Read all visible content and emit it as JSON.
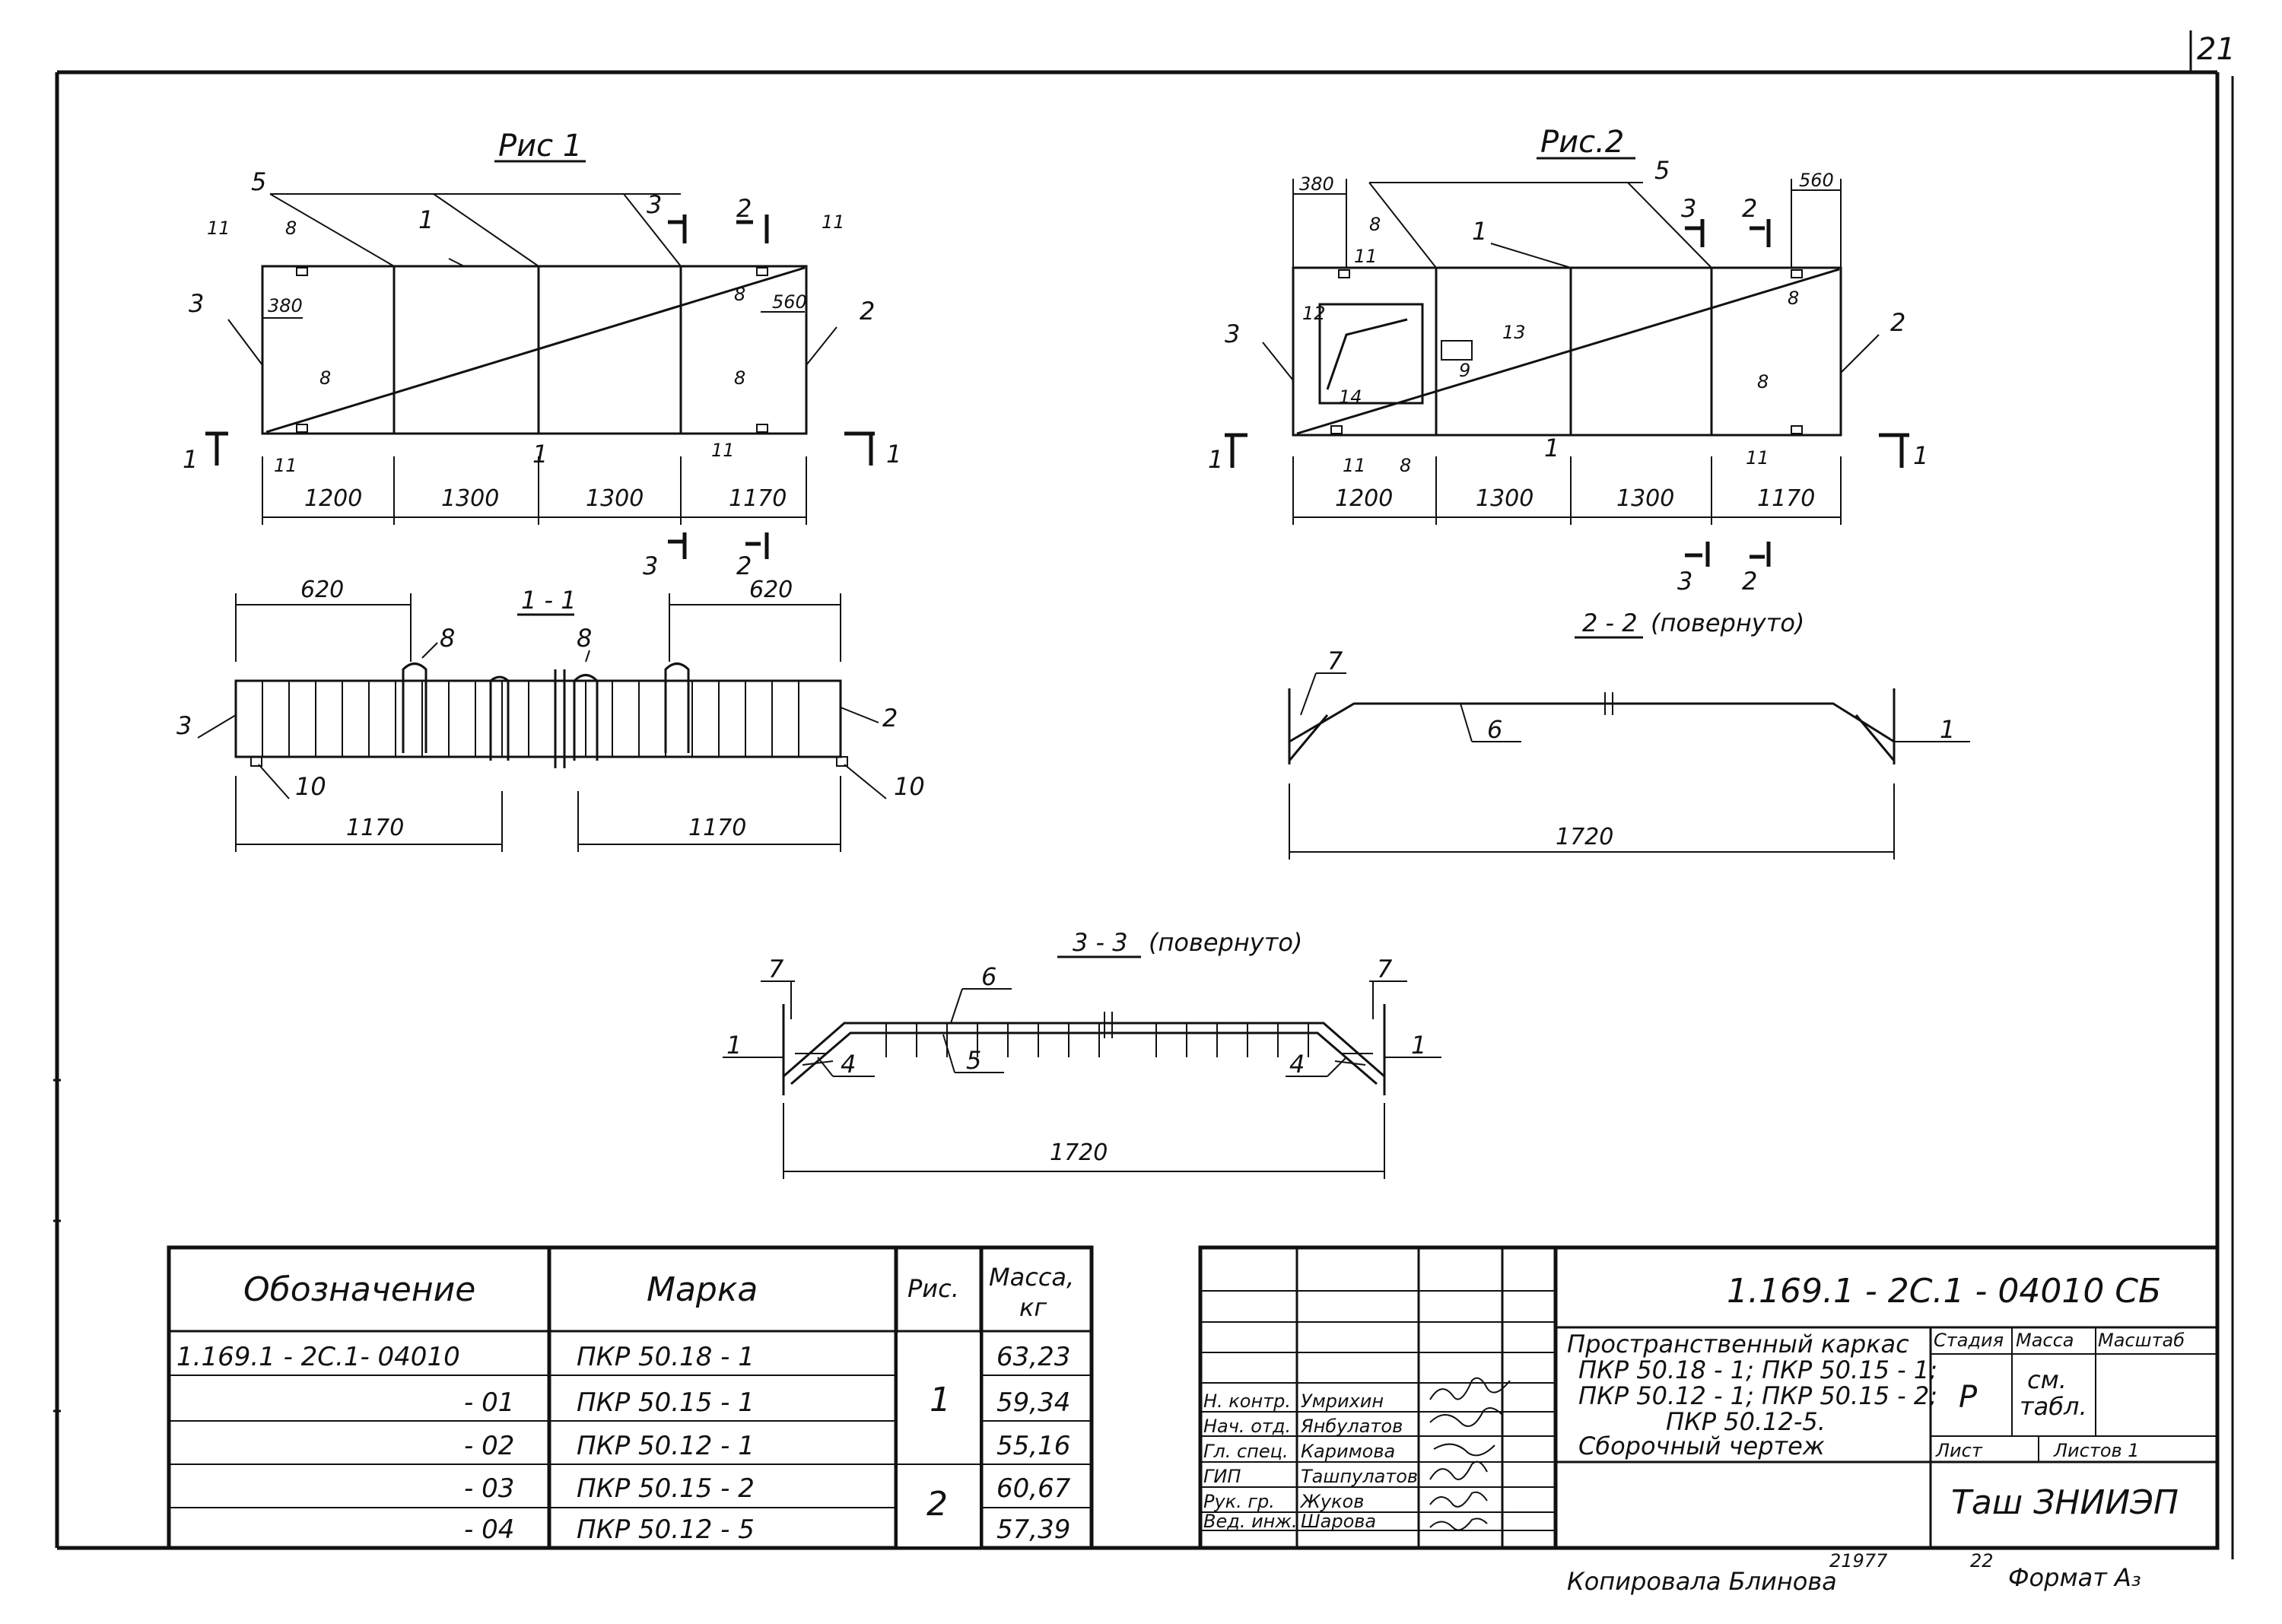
{
  "sheet": {
    "number": "21",
    "copied_by": "Копировала  Блинова",
    "copy_no": "21977",
    "copy_no2": "22",
    "format": "Формат  А₃"
  },
  "fig1": {
    "title": "Рис 1",
    "dims": [
      "1200",
      "1300",
      "1300",
      "1170"
    ],
    "d380": "380",
    "d560": "560",
    "labels": [
      "5",
      "1",
      "3",
      "2",
      "11",
      "8",
      "11",
      "3",
      "2",
      "8",
      "8",
      "11",
      "1",
      "8",
      "11",
      "1",
      "1",
      "3",
      "2"
    ]
  },
  "fig2": {
    "title": "Рис.2",
    "dims": [
      "1200",
      "1300",
      "1300",
      "1170"
    ],
    "d380": "380",
    "d560": "560",
    "labels": [
      "5",
      "1",
      "3",
      "2",
      "8",
      "11",
      "12",
      "13",
      "9",
      "14",
      "3",
      "2",
      "8",
      "8",
      "11",
      "8",
      "1",
      "11",
      "1",
      "1",
      "3",
      "2"
    ]
  },
  "sec11": {
    "title": "1 - 1",
    "d620a": "620",
    "d620b": "620",
    "d1170a": "1170",
    "d1170b": "1170",
    "labels": [
      "8",
      "8",
      "3",
      "2",
      "10",
      "10"
    ]
  },
  "sec22": {
    "title": "2 - 2",
    "note": "(повернуто)",
    "d1720": "1720",
    "labels": [
      "7",
      "6",
      "1"
    ]
  },
  "sec33": {
    "title": "3 - 3",
    "note": "(повернуто)",
    "d1720": "1720",
    "labels": [
      "7",
      "6",
      "7",
      "1",
      "4",
      "5",
      "4",
      "1"
    ]
  },
  "spec": {
    "headers": [
      "Обозначение",
      "Марка",
      "Рис.",
      "Масса,",
      "кг"
    ],
    "rows": [
      {
        "code": "1.169.1 - 2С.1- 04010",
        "mark": "ПКР 50.18 - 1",
        "mass": "63,23"
      },
      {
        "code": "- 01",
        "mark": "ПКР 50.15 - 1",
        "mass": "59,34"
      },
      {
        "code": "- 02",
        "mark": "ПКР 50.12 - 1",
        "mass": "55,16"
      },
      {
        "code": "- 03",
        "mark": "ПКР 50.15 - 2",
        "mass": "60,67"
      },
      {
        "code": "- 04",
        "mark": "ПКР 50.12 - 5",
        "mass": "57,39"
      }
    ],
    "fig_groups": [
      "1",
      "2"
    ]
  },
  "stamp": {
    "doc_code": "1.169.1 - 2С.1 - 04010 СБ",
    "desc_lines": [
      "Пространственный каркас",
      "ПКР 50.18 - 1;  ПКР 50.15 - 1;",
      "ПКР 50.12 - 1;  ПКР 50.15 - 2;",
      "ПКР 50.12-5.",
      "Сборочный чертеж"
    ],
    "roles": [
      "Н. контр.",
      "Нач. отд.",
      "Гл. спец.",
      "ГИП",
      "Рук. гр.",
      "Вед. инж."
    ],
    "names": [
      "Умрихин",
      "Янбулатов",
      "Каримова",
      "Ташпулатов",
      "Жуков",
      "Шарова"
    ],
    "hdr_stage": "Стадия",
    "hdr_mass": "Масса",
    "hdr_scale": "Масштаб",
    "stage": "Р",
    "mass_val1": "см.",
    "mass_val2": "табл.",
    "sheet_lbl": "Лист",
    "sheets_lbl": "Листов 1",
    "org": "Таш ЗНИИЭП"
  }
}
